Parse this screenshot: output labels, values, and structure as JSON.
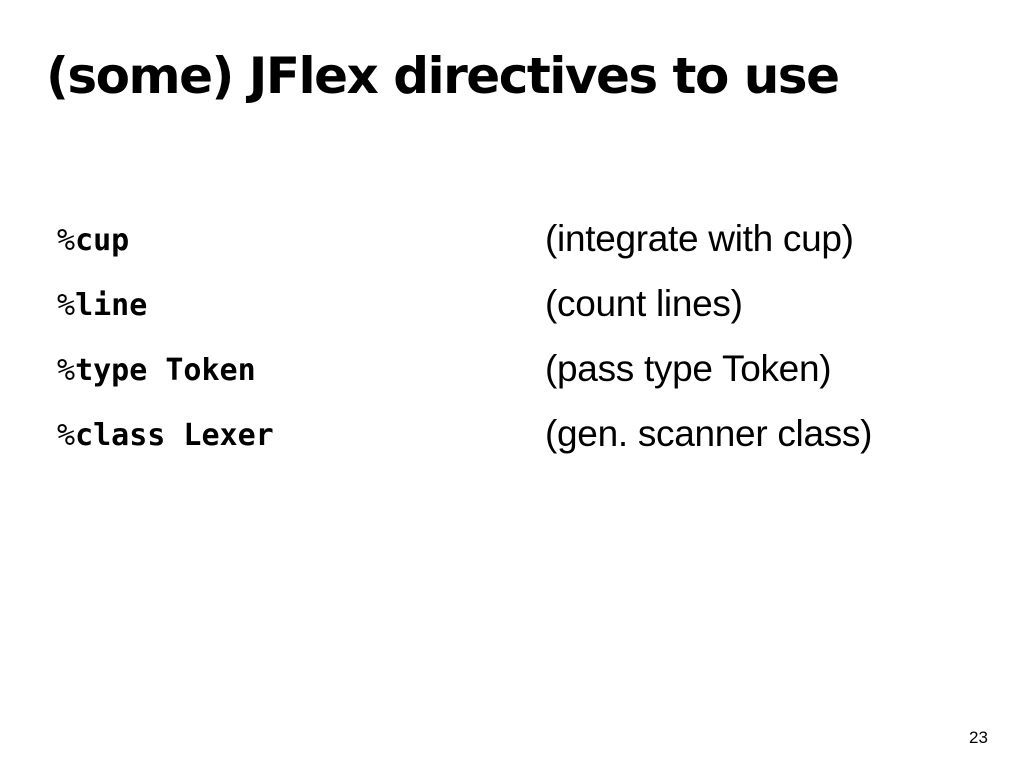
{
  "slide": {
    "title": "(some) JFlex directives to use",
    "directives": [
      {
        "percent": "%",
        "name": "cup",
        "description": "(integrate with cup)"
      },
      {
        "percent": "%",
        "name": "line",
        "description": "(count lines)"
      },
      {
        "percent": "%",
        "name": "type Token",
        "description": "(pass type Token)"
      },
      {
        "percent": "%",
        "name": "class Lexer",
        "description": "(gen. scanner class)"
      }
    ],
    "page_number": "23"
  }
}
